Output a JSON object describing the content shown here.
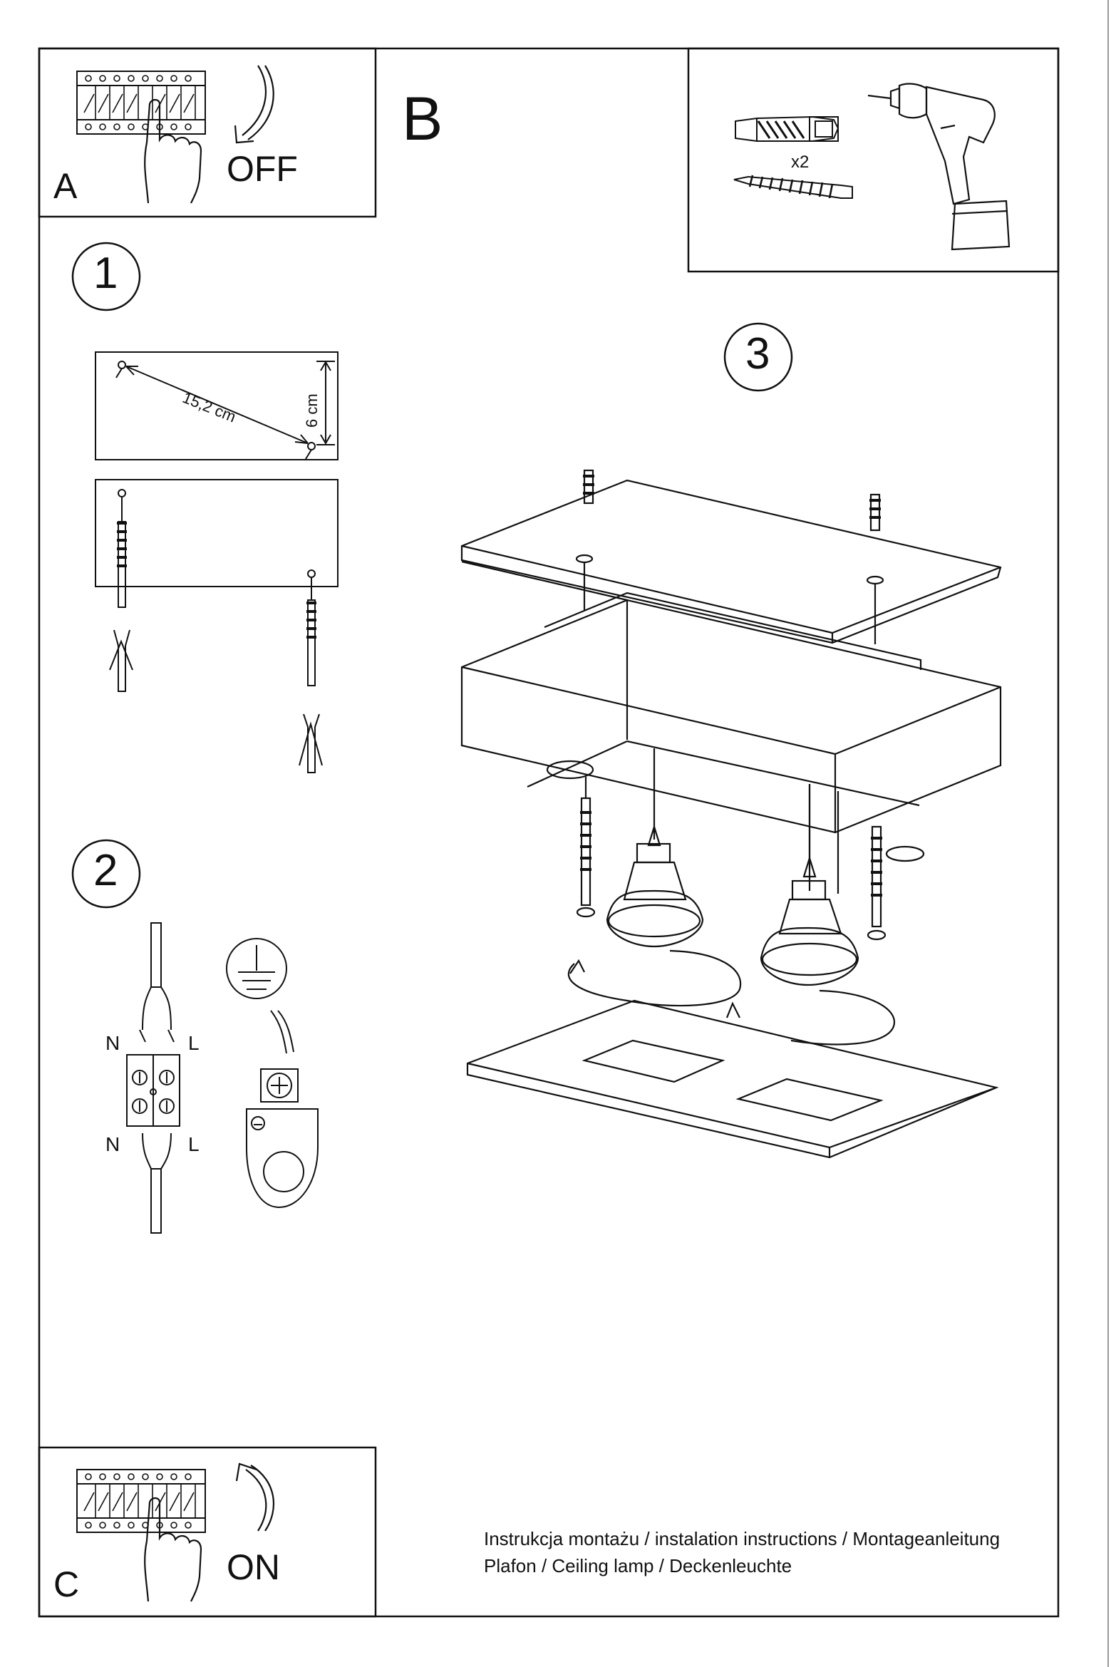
{
  "panels": {
    "a": {
      "letter": "A",
      "switch_label": "OFF"
    },
    "b": {
      "letter": "B",
      "quantity": "x2"
    },
    "c": {
      "letter": "C",
      "switch_label": "ON"
    }
  },
  "steps": {
    "one": "1",
    "two": "2",
    "three": "3"
  },
  "dimensions": {
    "diagonal": "15,2 cm",
    "height": "6 cm"
  },
  "wiring": {
    "n_top": "N",
    "l_top": "L",
    "n_bottom": "N",
    "l_bottom": "L"
  },
  "footer": {
    "line1": "Instrukcja montażu / instalation instructions / Montageanleitung",
    "line2": "Plafon / Ceiling lamp / Deckenleuchte"
  }
}
